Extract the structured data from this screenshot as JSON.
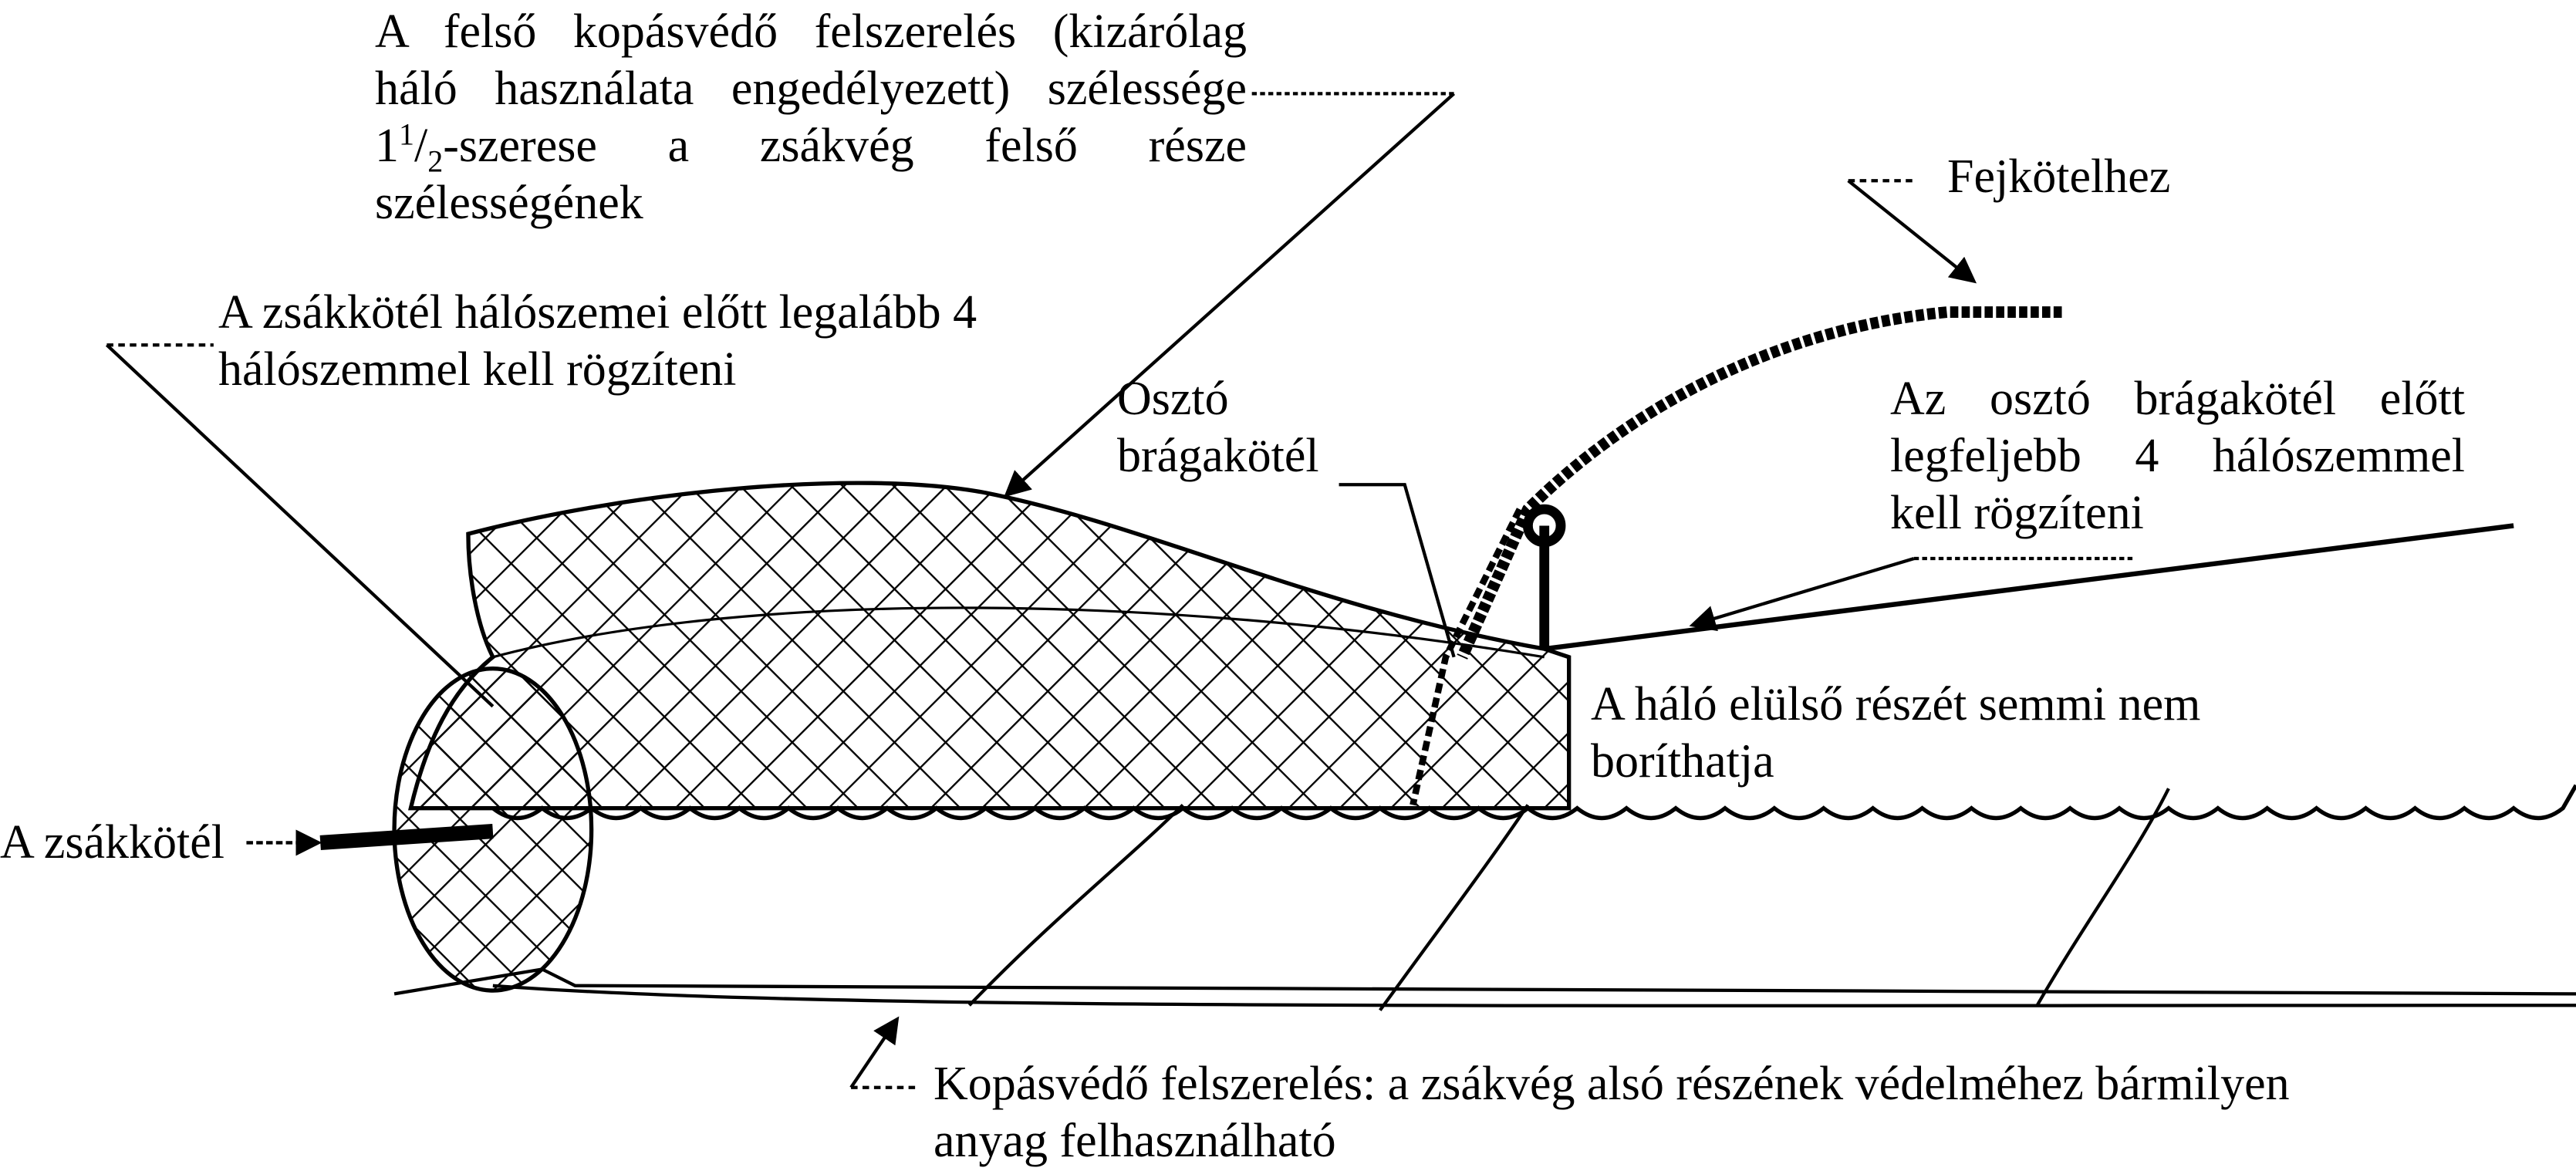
{
  "diagram": {
    "labels": {
      "upper_protection": {
        "lines": [
          "A felső kopásvédő felszerelés (kizárólag",
          "háló használata engedélyezett) szélessége",
          "-szerese a zsákvég felső része",
          "szélességének"
        ],
        "fraction_whole": "1",
        "fraction_num": "1",
        "fraction_den": "2"
      },
      "headline": "Fejkötelhez",
      "codline_meshes": [
        "A zsákkötél hálószemei előtt legalább 4",
        "hálószemmel kell rögzíteni"
      ],
      "splitting_strap": [
        "Osztó",
        "brágakötél"
      ],
      "before_strap": [
        "Az osztó brágakötél előtt",
        "legfeljebb 4 hálószemmel",
        "kell rögzíteni"
      ],
      "front_uncovered": [
        "A háló elülső részét semmi nem",
        "boríthatja"
      ],
      "codline": "A zsákkötél",
      "lower_protection": [
        "Kopásvédő felszerelés: a zsákvég alsó részének védelméhez bármilyen",
        "anyag felhasználható"
      ]
    },
    "colors": {
      "ink": "#000000",
      "background": "#ffffff"
    }
  }
}
